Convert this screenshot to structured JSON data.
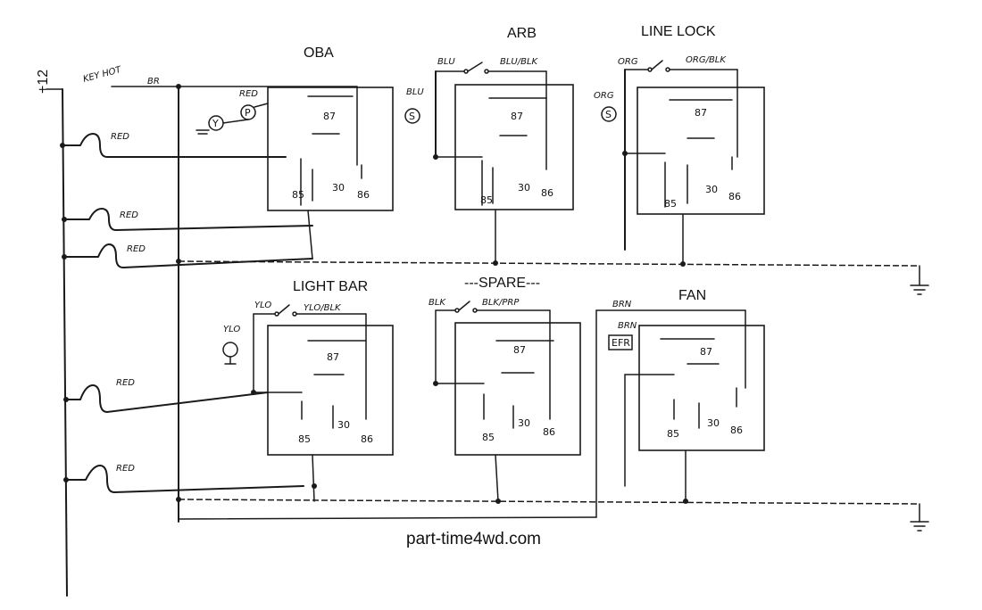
{
  "supply": {
    "plus12": "+12",
    "key_hot": "KEY HOT",
    "key_hot_color": "BR"
  },
  "watermark": "part-time4wd.com",
  "fuse_labels": [
    "RED",
    "RED",
    "RED",
    "RED",
    "RED"
  ],
  "relays": [
    {
      "title": "OBA",
      "trigger_color": "RED",
      "switch_left": "",
      "switch_right": "",
      "indicator": "P",
      "p87": "87",
      "p85": "85",
      "p30": "30",
      "p86": "86"
    },
    {
      "title": "ARB",
      "trigger_color": "BLU",
      "switch_left": "BLU",
      "switch_right": "BLU/BLK",
      "indicator": "S",
      "p87": "87",
      "p85": "85",
      "p30": "30",
      "p86": "86"
    },
    {
      "title": "LINE LOCK",
      "trigger_color": "ORG",
      "switch_left": "ORG",
      "switch_right": "ORG/BLK",
      "indicator": "S",
      "p87": "87",
      "p85": "85",
      "p30": "30",
      "p86": "86"
    },
    {
      "title": "LIGHT BAR",
      "trigger_color": "YLO",
      "switch_left": "YLO",
      "switch_right": "YLO/BLK",
      "indicator": "",
      "p87": "87",
      "p85": "85",
      "p30": "30",
      "p86": "86"
    },
    {
      "title": "---SPARE---",
      "trigger_color": "",
      "switch_left": "BLK",
      "switch_right": "BLK/PRP",
      "indicator": "",
      "p87": "87",
      "p85": "85",
      "p30": "30",
      "p86": "86"
    },
    {
      "title": "FAN",
      "trigger_color": "BRN",
      "switch_left": "BRN",
      "switch_right": "",
      "indicator": "EFR",
      "p87": "87",
      "p85": "85",
      "p30": "30",
      "p86": "86"
    }
  ],
  "oba_extra": {
    "gauge": "Y"
  },
  "colors": {
    "ink": "#1a1a1a",
    "paper": "#ffffff"
  }
}
